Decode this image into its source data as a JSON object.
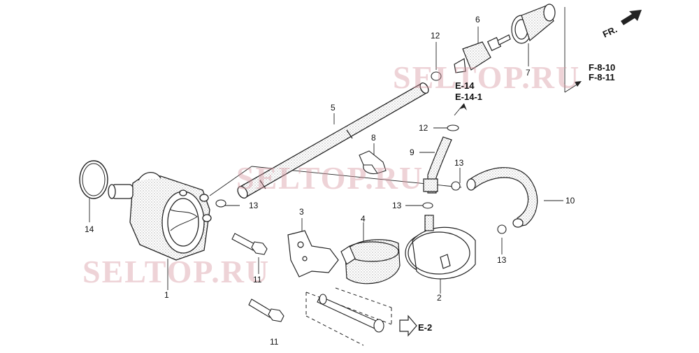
{
  "diagram": {
    "watermark": "SELTOP.RU",
    "direction_marker": "FR.",
    "references": {
      "e14": "E-14",
      "e14_1": "E-14-1",
      "f8_10": "F-8-10",
      "f8_11": "F-8-11",
      "e2": "E-2"
    },
    "labels": {
      "p1": "1",
      "p2": "2",
      "p3": "3",
      "p4": "4",
      "p5": "5",
      "p6": "6",
      "p7": "7",
      "p8": "8",
      "p9": "9",
      "p10": "10",
      "p11a": "11",
      "p11b": "11",
      "p12a": "12",
      "p12b": "12",
      "p13a": "13",
      "p13b": "13",
      "p13c": "13",
      "p13d": "13",
      "p14": "14"
    }
  }
}
